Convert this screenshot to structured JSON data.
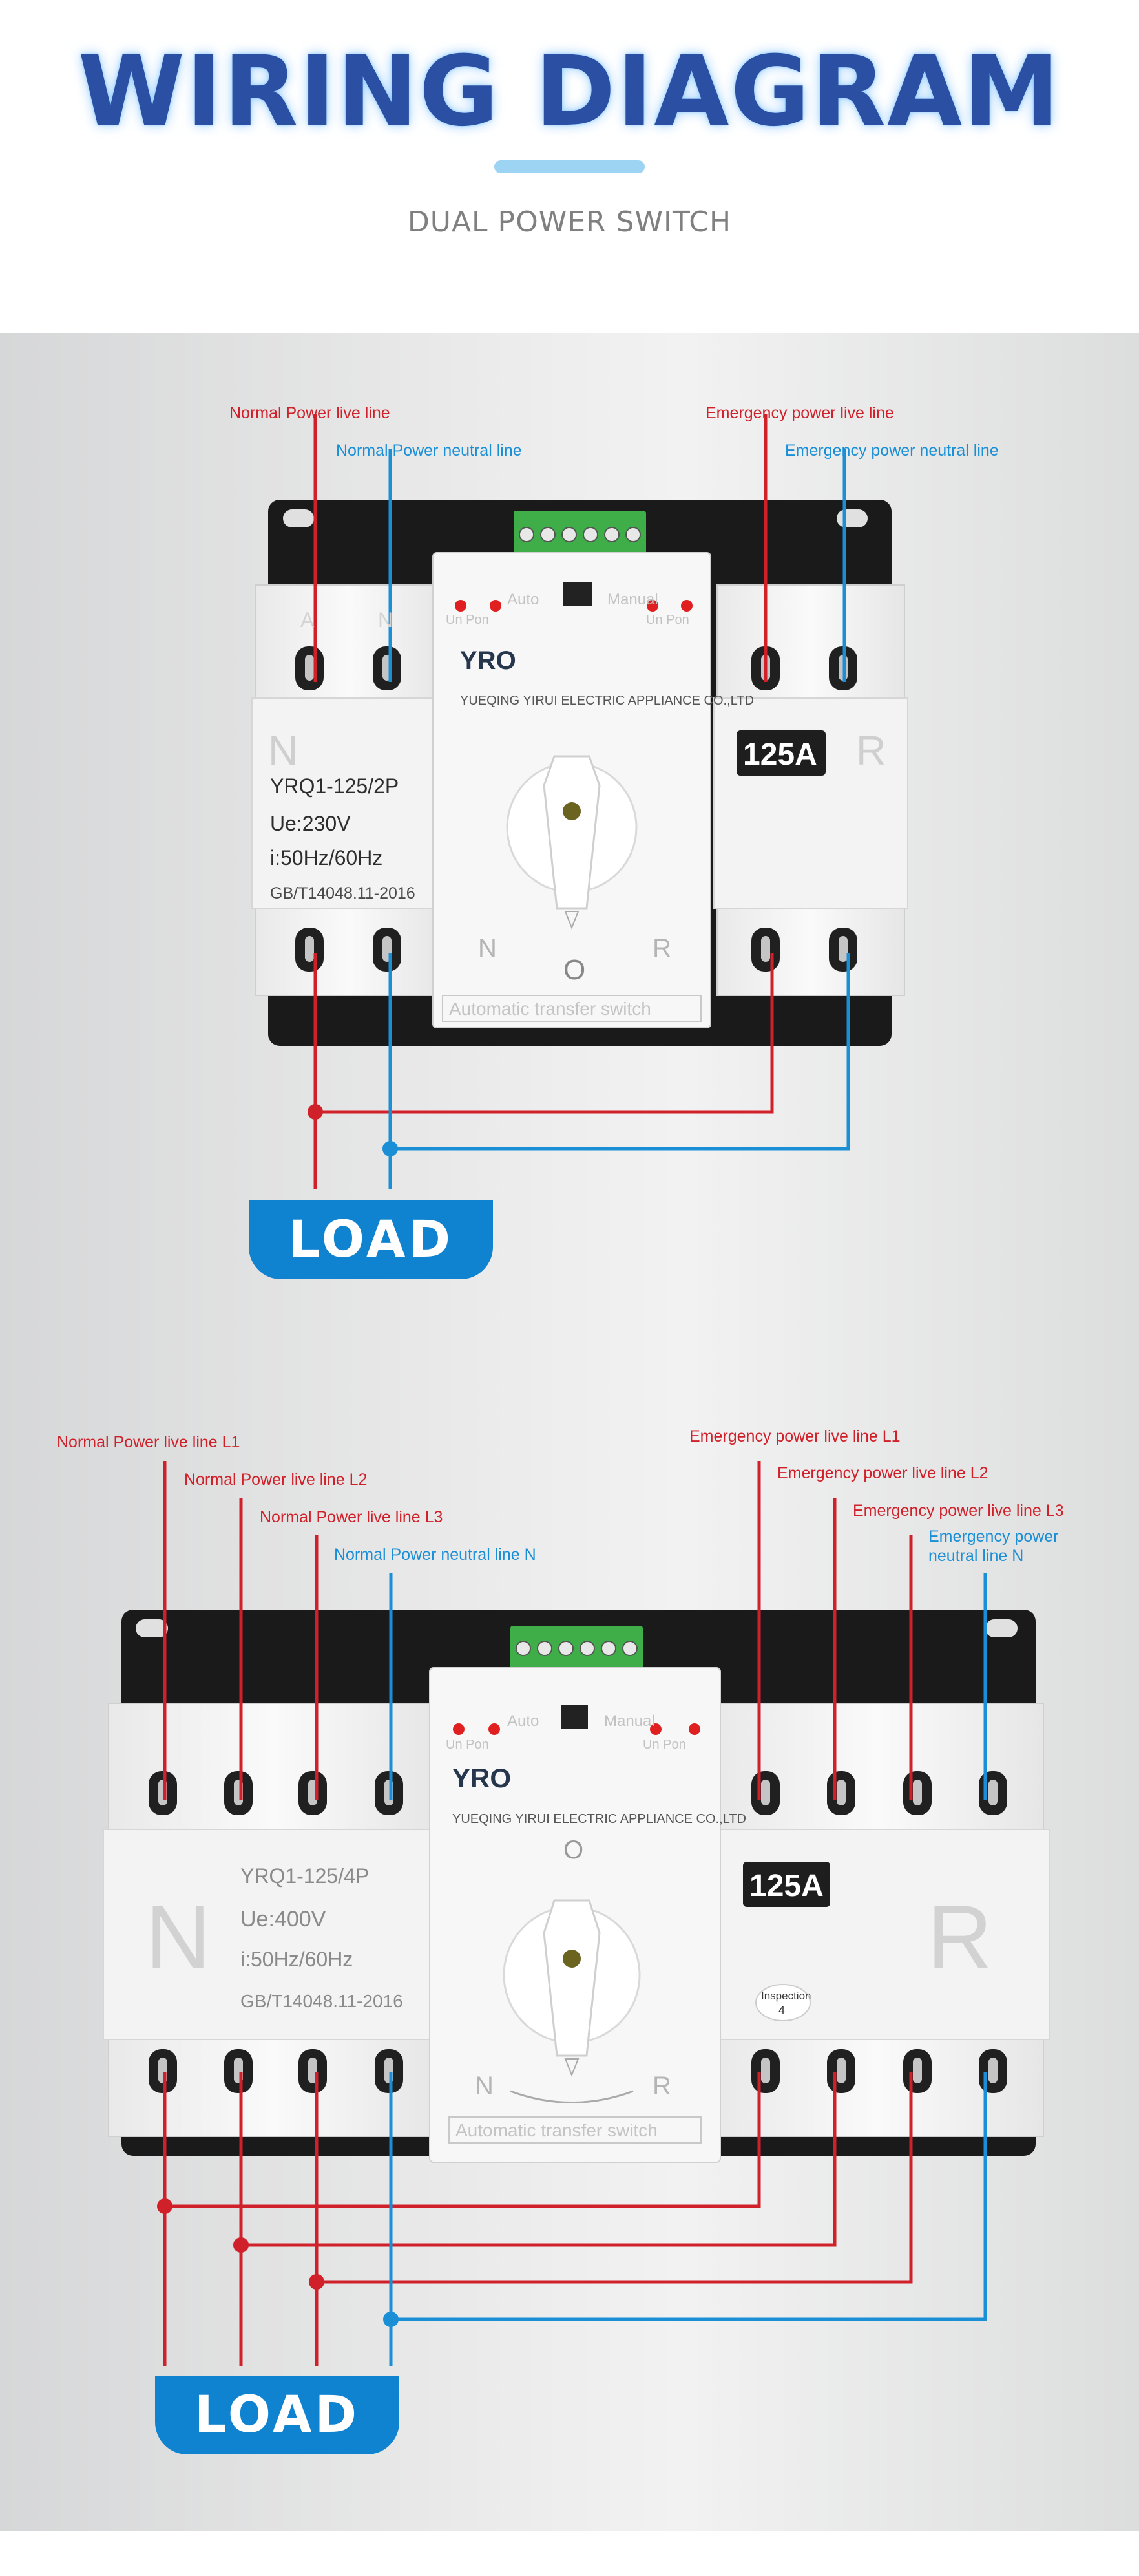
{
  "header": {
    "title": "WIRING DIAGRAM",
    "subtitle": "DUAL POWER SWITCH"
  },
  "colors": {
    "title": "#2b4fa3",
    "title_glow": "#9dd4f4",
    "live_line": "#d0202a",
    "neutral_line": "#1a8fd6",
    "load_button": "#1083d0",
    "subtitle": "#808080"
  },
  "diagram_2p": {
    "labels": {
      "normal_live": "Normal Power live line",
      "normal_neutral": "Normal Power neutral line",
      "emergency_live": "Emergency power live line",
      "emergency_neutral": "Emergency power neutral line"
    },
    "device": {
      "brand": "YRO",
      "maker": "YUEQING YIRUI ELECTRIC APPLIANCE CO.,LTD",
      "model": "YRQ1-125/2P",
      "voltage": "Ue:230V",
      "frequency": "i:50Hz/60Hz",
      "standard": "GB/T14048.11-2016",
      "rating": "125A",
      "left_letter": "N",
      "right_letter": "R",
      "dial_n": "N",
      "dial_o": "O",
      "dial_r": "R",
      "mode_auto": "Auto",
      "mode_manual": "Manual",
      "indicator_left": "Un Pon",
      "indicator_right": "Un Pon",
      "terminal_a": "A",
      "terminal_n": "N",
      "footer_label": "Automatic transfer switch"
    },
    "load_label": "LOAD"
  },
  "diagram_4p": {
    "labels": {
      "normal_l1": "Normal Power live line L1",
      "normal_l2": "Normal Power live line L2",
      "normal_l3": "Normal Power live line L3",
      "normal_neutral": "Normal Power neutral line N",
      "emergency_l1": "Emergency power live line L1",
      "emergency_l2": "Emergency power live line L2",
      "emergency_l3": "Emergency power live line L3",
      "emergency_neutral_1": "Emergency power",
      "emergency_neutral_2": "neutral line N"
    },
    "device": {
      "brand": "YRO",
      "maker": "YUEQING YIRUI ELECTRIC APPLIANCE CO.,LTD",
      "model": "YRQ1-125/4P",
      "voltage": "Ue:400V",
      "frequency": "i:50Hz/60Hz",
      "standard": "GB/T14048.11-2016",
      "rating": "125A",
      "left_letter": "N",
      "right_letter": "R",
      "dial_n": "N",
      "dial_o": "O",
      "dial_r": "R",
      "mode_auto": "Auto",
      "mode_manual": "Manual",
      "indicator_left": "Un Pon",
      "indicator_right": "Un Pon",
      "inspection": "Inspection",
      "inspection_no": "4",
      "footer_label": "Automatic transfer switch"
    },
    "load_label": "LOAD"
  }
}
